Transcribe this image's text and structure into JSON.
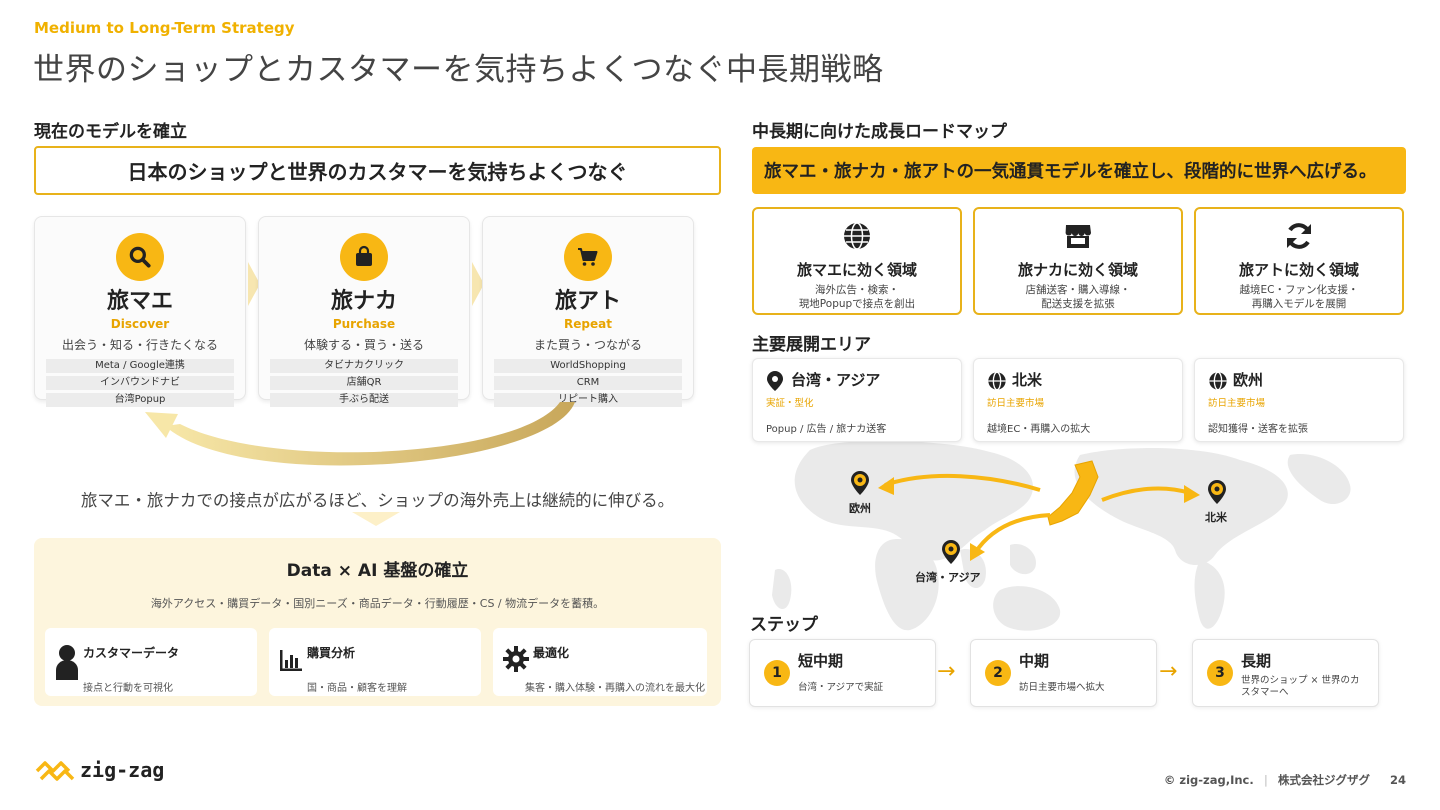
{
  "kicker": "Medium to Long-Term Strategy",
  "page_title": "世界のショップとカスタマーを気持ちよくつなぐ中長期戦略",
  "left": {
    "section_title": "現在のモデルを確立",
    "banner": "日本のショップと世界のカスタマーを気持ちよくつなぐ",
    "steps": [
      {
        "icon": "search-icon",
        "name": "旅マエ",
        "en": "Discover",
        "desc": "出会う・知る・行きたくなる",
        "tags": [
          "Meta / Google連携",
          "インバウンドナビ",
          "台湾Popup"
        ]
      },
      {
        "icon": "bag-icon",
        "name": "旅ナカ",
        "en": "Purchase",
        "desc": "体験する・買う・送る",
        "tags": [
          "タビナカクリック",
          "店舗QR",
          "手ぶら配送"
        ]
      },
      {
        "icon": "cart-icon",
        "name": "旅アト",
        "en": "Repeat",
        "desc": "また買う・つながる",
        "tags": [
          "WorldShopping",
          "CRM",
          "リピート購入"
        ]
      }
    ],
    "caption": "旅マエ・旅ナカでの接点が広がるほど、ショップの海外売上は継続的に伸びる。",
    "data_panel": {
      "title": "Data × AI 基盤の確立",
      "subtitle": "海外アクセス・購買データ・国別ニーズ・商品データ・行動履歴・CS / 物流データを蓄積。",
      "cards": [
        {
          "icon": "person-icon",
          "title": "カスタマーデータ",
          "desc": "接点と行動を可視化"
        },
        {
          "icon": "bar-chart-icon",
          "title": "購買分析",
          "desc": "国・商品・顧客を理解"
        },
        {
          "icon": "gear-icon",
          "title": "最適化",
          "desc": "集客・購入体験・再購入の流れを最大化"
        }
      ]
    }
  },
  "right": {
    "section_title": "中長期に向けた成長ロードマップ",
    "banner": "旅マエ・旅ナカ・旅アトの一気通貫モデルを確立し、段階的に世界へ広げる。",
    "domains": [
      {
        "icon": "globe-icon",
        "title": "旅マエに効く領域",
        "desc1": "海外広告・検索・",
        "desc2": "現地Popupで接点を創出"
      },
      {
        "icon": "store-icon",
        "title": "旅ナカに効く領域",
        "desc1": "店舗送客・購入導線・",
        "desc2": "配送支援を拡張"
      },
      {
        "icon": "refresh-icon",
        "title": "旅アトに効く領域",
        "desc1": "越境EC・ファン化支援・",
        "desc2": "再購入モデルを展開"
      }
    ],
    "areas_title": "主要展開エリア",
    "areas": [
      {
        "icon": "pin-icon",
        "title": "台湾・アジア",
        "tag": "実証・型化",
        "desc": "Popup / 広告 / 旅ナカ送客"
      },
      {
        "icon": "globe-icon",
        "title": "北米",
        "tag": "訪日主要市場",
        "desc": "越境EC・再購入の拡大"
      },
      {
        "icon": "globe-icon",
        "title": "欧州",
        "tag": "訪日主要市場",
        "desc": "認知獲得・送客を拡張"
      }
    ],
    "map_labels": {
      "europe": "欧州",
      "asia": "台湾・アジア",
      "na": "北米"
    },
    "steps_title": "ステップ",
    "steps": [
      {
        "num": "1",
        "title": "短中期",
        "desc1": "台湾・アジアで実証",
        "desc2": ""
      },
      {
        "num": "2",
        "title": "中期",
        "desc1": "訪日主要市場へ拡大",
        "desc2": ""
      },
      {
        "num": "3",
        "title": "長期",
        "desc1": "世界のショップ × 世界のカ",
        "desc2": "スタマーへ"
      }
    ],
    "arrow": "→"
  },
  "footer": {
    "logo": "zig-zag",
    "copyright": "© zig-zag,Inc.",
    "company": "株式会社ジグザグ",
    "page": "24"
  },
  "colors": {
    "accent": "#f8b714",
    "accent_text": "#e8a400",
    "panel": "#fdf5dd"
  }
}
